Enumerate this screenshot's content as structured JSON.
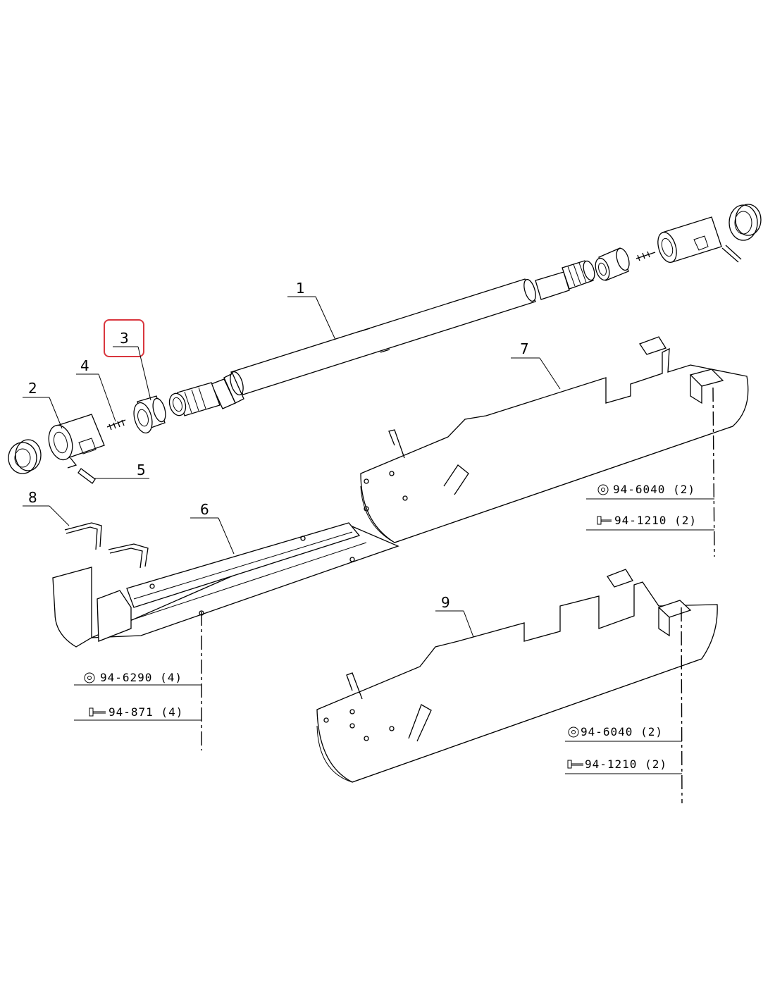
{
  "callouts": {
    "c1": "1",
    "c2": "2",
    "c3": "3",
    "c4": "4",
    "c5": "5",
    "c6": "6",
    "c7": "7",
    "c8": "8",
    "c9": "9"
  },
  "highlighted_callout": "3",
  "highlight_color": "#d9363e",
  "hardware": {
    "shield7": [
      {
        "icon": "washer-icon",
        "text": "94-6040  (2)"
      },
      {
        "icon": "bolt-icon",
        "text": "94-1210  (2)"
      }
    ],
    "shield6": [
      {
        "icon": "washer-icon",
        "text": "94-6290  (4)"
      },
      {
        "icon": "bolt-icon",
        "text": "94-871  (4)"
      }
    ],
    "shield9": [
      {
        "icon": "washer-icon",
        "text": "94-6040  (2)"
      },
      {
        "icon": "bolt-icon",
        "text": "94-1210  (2)"
      }
    ]
  }
}
